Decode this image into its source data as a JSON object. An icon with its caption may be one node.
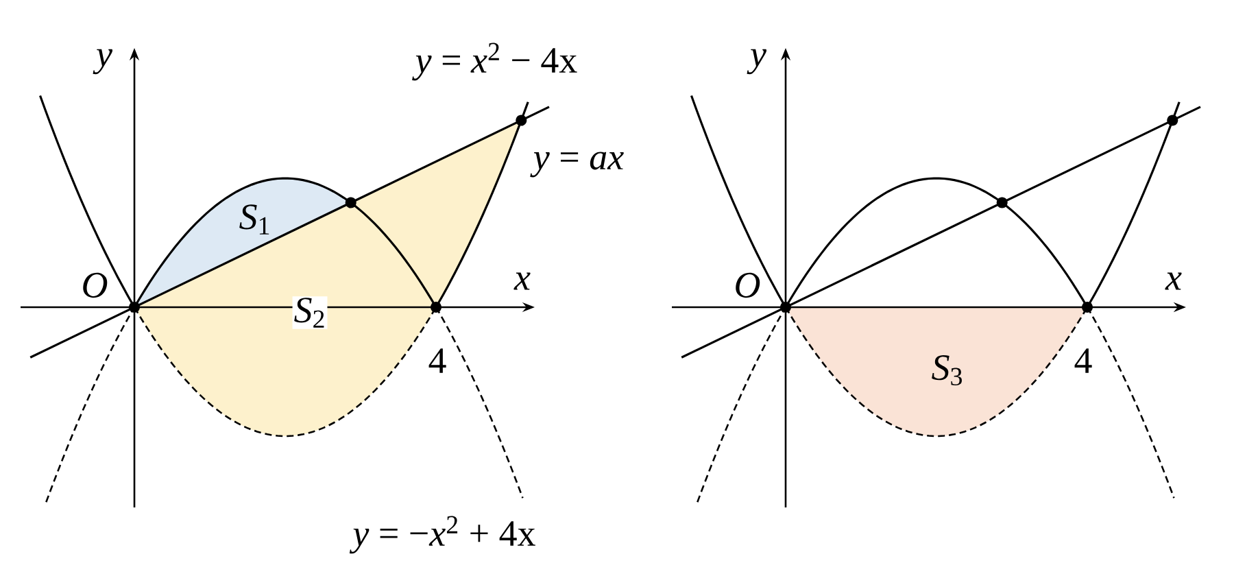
{
  "diagram": {
    "labels": [
      "y",
      "*y* = *x*$^{2}$ − 4x",
      "*y* = *ax*",
      "*S*$_{1}$",
      "O",
      "x",
      "*S*$_{2}$",
      "4",
      "*y* = −*x*$^{2}$ + 4x",
      "y",
      "O",
      "x",
      "*S*$_{3}$",
      "4"
    ]
  }
}
